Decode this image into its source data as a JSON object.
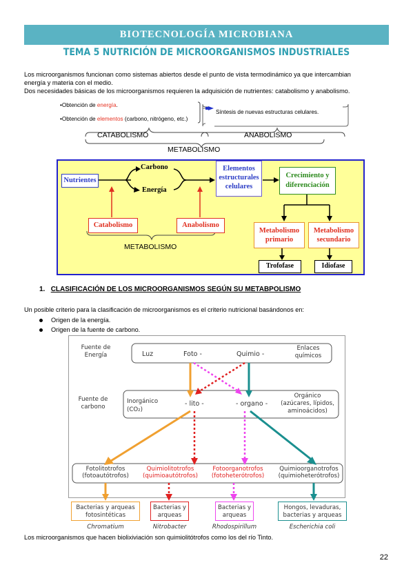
{
  "header": {
    "title": "BIOTECNOLOGÍA MICROBIANA",
    "subtitle": "TEMA 5 NUTRICIÓN DE MICROORGANISMOS INDUSTRIALES"
  },
  "intro": {
    "line1": "Los microorganismos funcionan como sistemas abiertos desde el punto de vista termodinámico ya que intercambian",
    "line2": "energía y materia con el medio.",
    "line3": "Dos necesidades básicas de los microorganismos requieren la adquisición de nutrientes: catabolismo y anabolismo."
  },
  "metab_top": {
    "item1_prefix": "•Obtención de ",
    "item1_red": "energía",
    "item1_suffix": ".",
    "item2_prefix": "•Obtención de ",
    "item2_red": "elementos",
    "item2_suffix": " (carbono, nitrógeno, etc.)",
    "anab_text": "Síntesis de nuevas estructuras celulares.",
    "catabolismo": "CATABOLISMO",
    "anabolismo": "ANABOLISMO",
    "metabolismo": "METABOLISMO"
  },
  "diagram1": {
    "nutrientes": "Nutrientes",
    "carbono": "Carbono",
    "energia": "Energía",
    "elementos": "Elementos estructurales celulares",
    "crecimiento": "Crecimiento y diferenciación",
    "catabolismo": "Catabolismo",
    "anabolismo": "Anabolismo",
    "metab_primario": "Metabolismo primario",
    "metab_secundario": "Metabolismo secundario",
    "metabolismo": "METABOLISMO",
    "trofofase": "Trofofase",
    "idiofase": "Idiofase"
  },
  "section1": {
    "number": "1.",
    "title": "CLASIFICACIÓN DE LOS MICROORGANISMOS SEGÚN SU METABPOLISMO",
    "intro": "Un posible criterio para la clasificación de microorganismos es el criterio nutricional basándonos en:",
    "bullets": [
      "Origen de la energía.",
      "Origen de la fuente de carbono."
    ]
  },
  "diagram2": {
    "fuente_energia": "Fuente de Energía",
    "luz": "Luz",
    "foto": "Foto -",
    "quimio": "Quimio -",
    "enlaces": "Enlaces químicos",
    "fuente_carbono": "Fuente de carbono",
    "inorganico": "Inorgánico (CO₂)",
    "lito": "- lito -",
    "organo": "- organo -",
    "organico": "Orgánico (azúcares, lípidos, aminoácidos)",
    "types": [
      {
        "name": "Fotolitotrofos",
        "alt": "(fotoautótrofos)",
        "color": "#333333"
      },
      {
        "name": "Quimiolitotrofos",
        "alt": "(quimioautótrofos)",
        "color": "#e02020"
      },
      {
        "name": "Fotoorganotrofos",
        "alt": "(fotoheterótrofos)",
        "color": "#e02020"
      },
      {
        "name": "Quimioorganotrofos",
        "alt": "(quimioheterótrofos)",
        "color": "#333333"
      }
    ],
    "examples": [
      {
        "text": "Bacterias y arqueas fotosintéticas",
        "species": "Chromatium"
      },
      {
        "text": "Bacterias y arqueas",
        "species": "Nitrobacter"
      },
      {
        "text": "Bacterias y arqueas",
        "species": "Rhodospirillum"
      },
      {
        "text": "Hongos, levaduras, bacterias y arqueas",
        "species": "Escherichia coli"
      }
    ]
  },
  "footer_text": "Los microorganismos que hacen biolixiviación son quimiolitótrofos como los del río Tinto.",
  "page_number": "22",
  "colors": {
    "header": "#5ab3c3",
    "subtitle": "#2f9fb2",
    "panel": "#ffff99",
    "panel_border": "#2222cc"
  }
}
